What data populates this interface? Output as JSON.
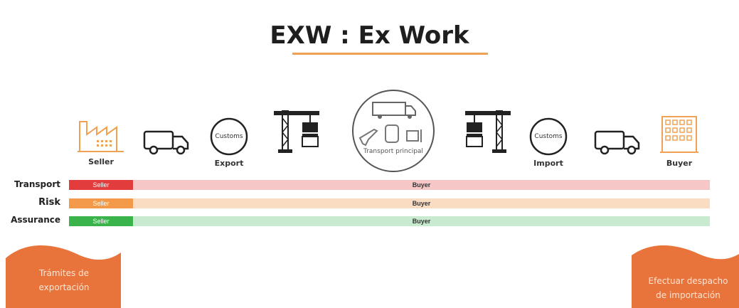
{
  "title": "EXW : Ex Work",
  "nodes": {
    "seller": "Seller",
    "export": "Export",
    "customs_export": "Customs",
    "transport_principal": "Transport principal",
    "customs_import": "Customs",
    "import": "Import",
    "buyer": "Buyer"
  },
  "rows": [
    {
      "label": "Transport",
      "seller": "Seller",
      "buyer": "Buyer"
    },
    {
      "label": "Risk",
      "seller": "Seller",
      "buyer": "Buyer"
    },
    {
      "label": "Assurance",
      "seller": "Seller",
      "buyer": "Buyer"
    }
  ],
  "banners": {
    "left": [
      "Trámites de",
      "exportación"
    ],
    "right": [
      "Efectuar despacho",
      "de importación"
    ]
  },
  "colors": {
    "accent": "#f0a254",
    "transport_seller": "#e33c3c",
    "transport_buyer": "#f5c7c7",
    "risk_seller": "#f29a4a",
    "risk_buyer": "#fadcc2",
    "assurance_seller": "#39b34a",
    "assurance_buyer": "#c8ebcf",
    "banner": "#e8733b"
  }
}
